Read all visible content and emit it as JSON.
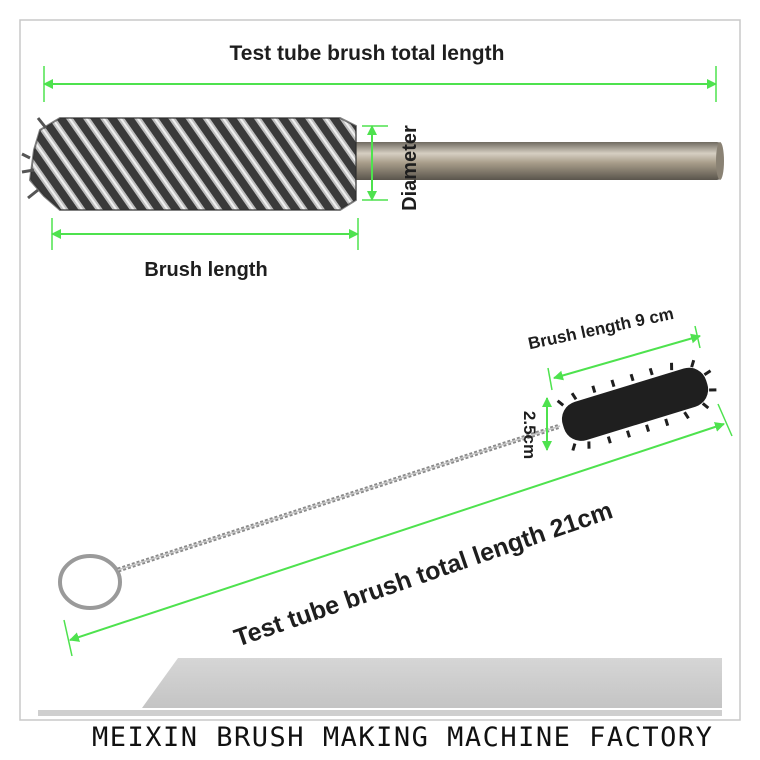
{
  "top_diagram": {
    "total_length_label": "Test tube brush total length",
    "diameter_label": "Diameter",
    "brush_length_label": "Brush length"
  },
  "bottom_diagram": {
    "brush_length_label": "Brush length 9 cm",
    "diameter_label": "2.5cm",
    "total_length_label": "Test tube brush total length 21cm"
  },
  "footer": {
    "company": "MEIXIN BRUSH MAKING MACHINE FACTORY"
  },
  "colors": {
    "frame": "#c8c8c8",
    "arrow_green": "#4ee24e",
    "bristle_dark": "#2d2d2d",
    "rod_metal": "#a89d8a",
    "footer_gray": "#cfcfcf"
  },
  "icons": {
    "top_brush": "industrial-spiral-brush-illustration",
    "bottom_brush": "test-tube-brush-illustration"
  }
}
